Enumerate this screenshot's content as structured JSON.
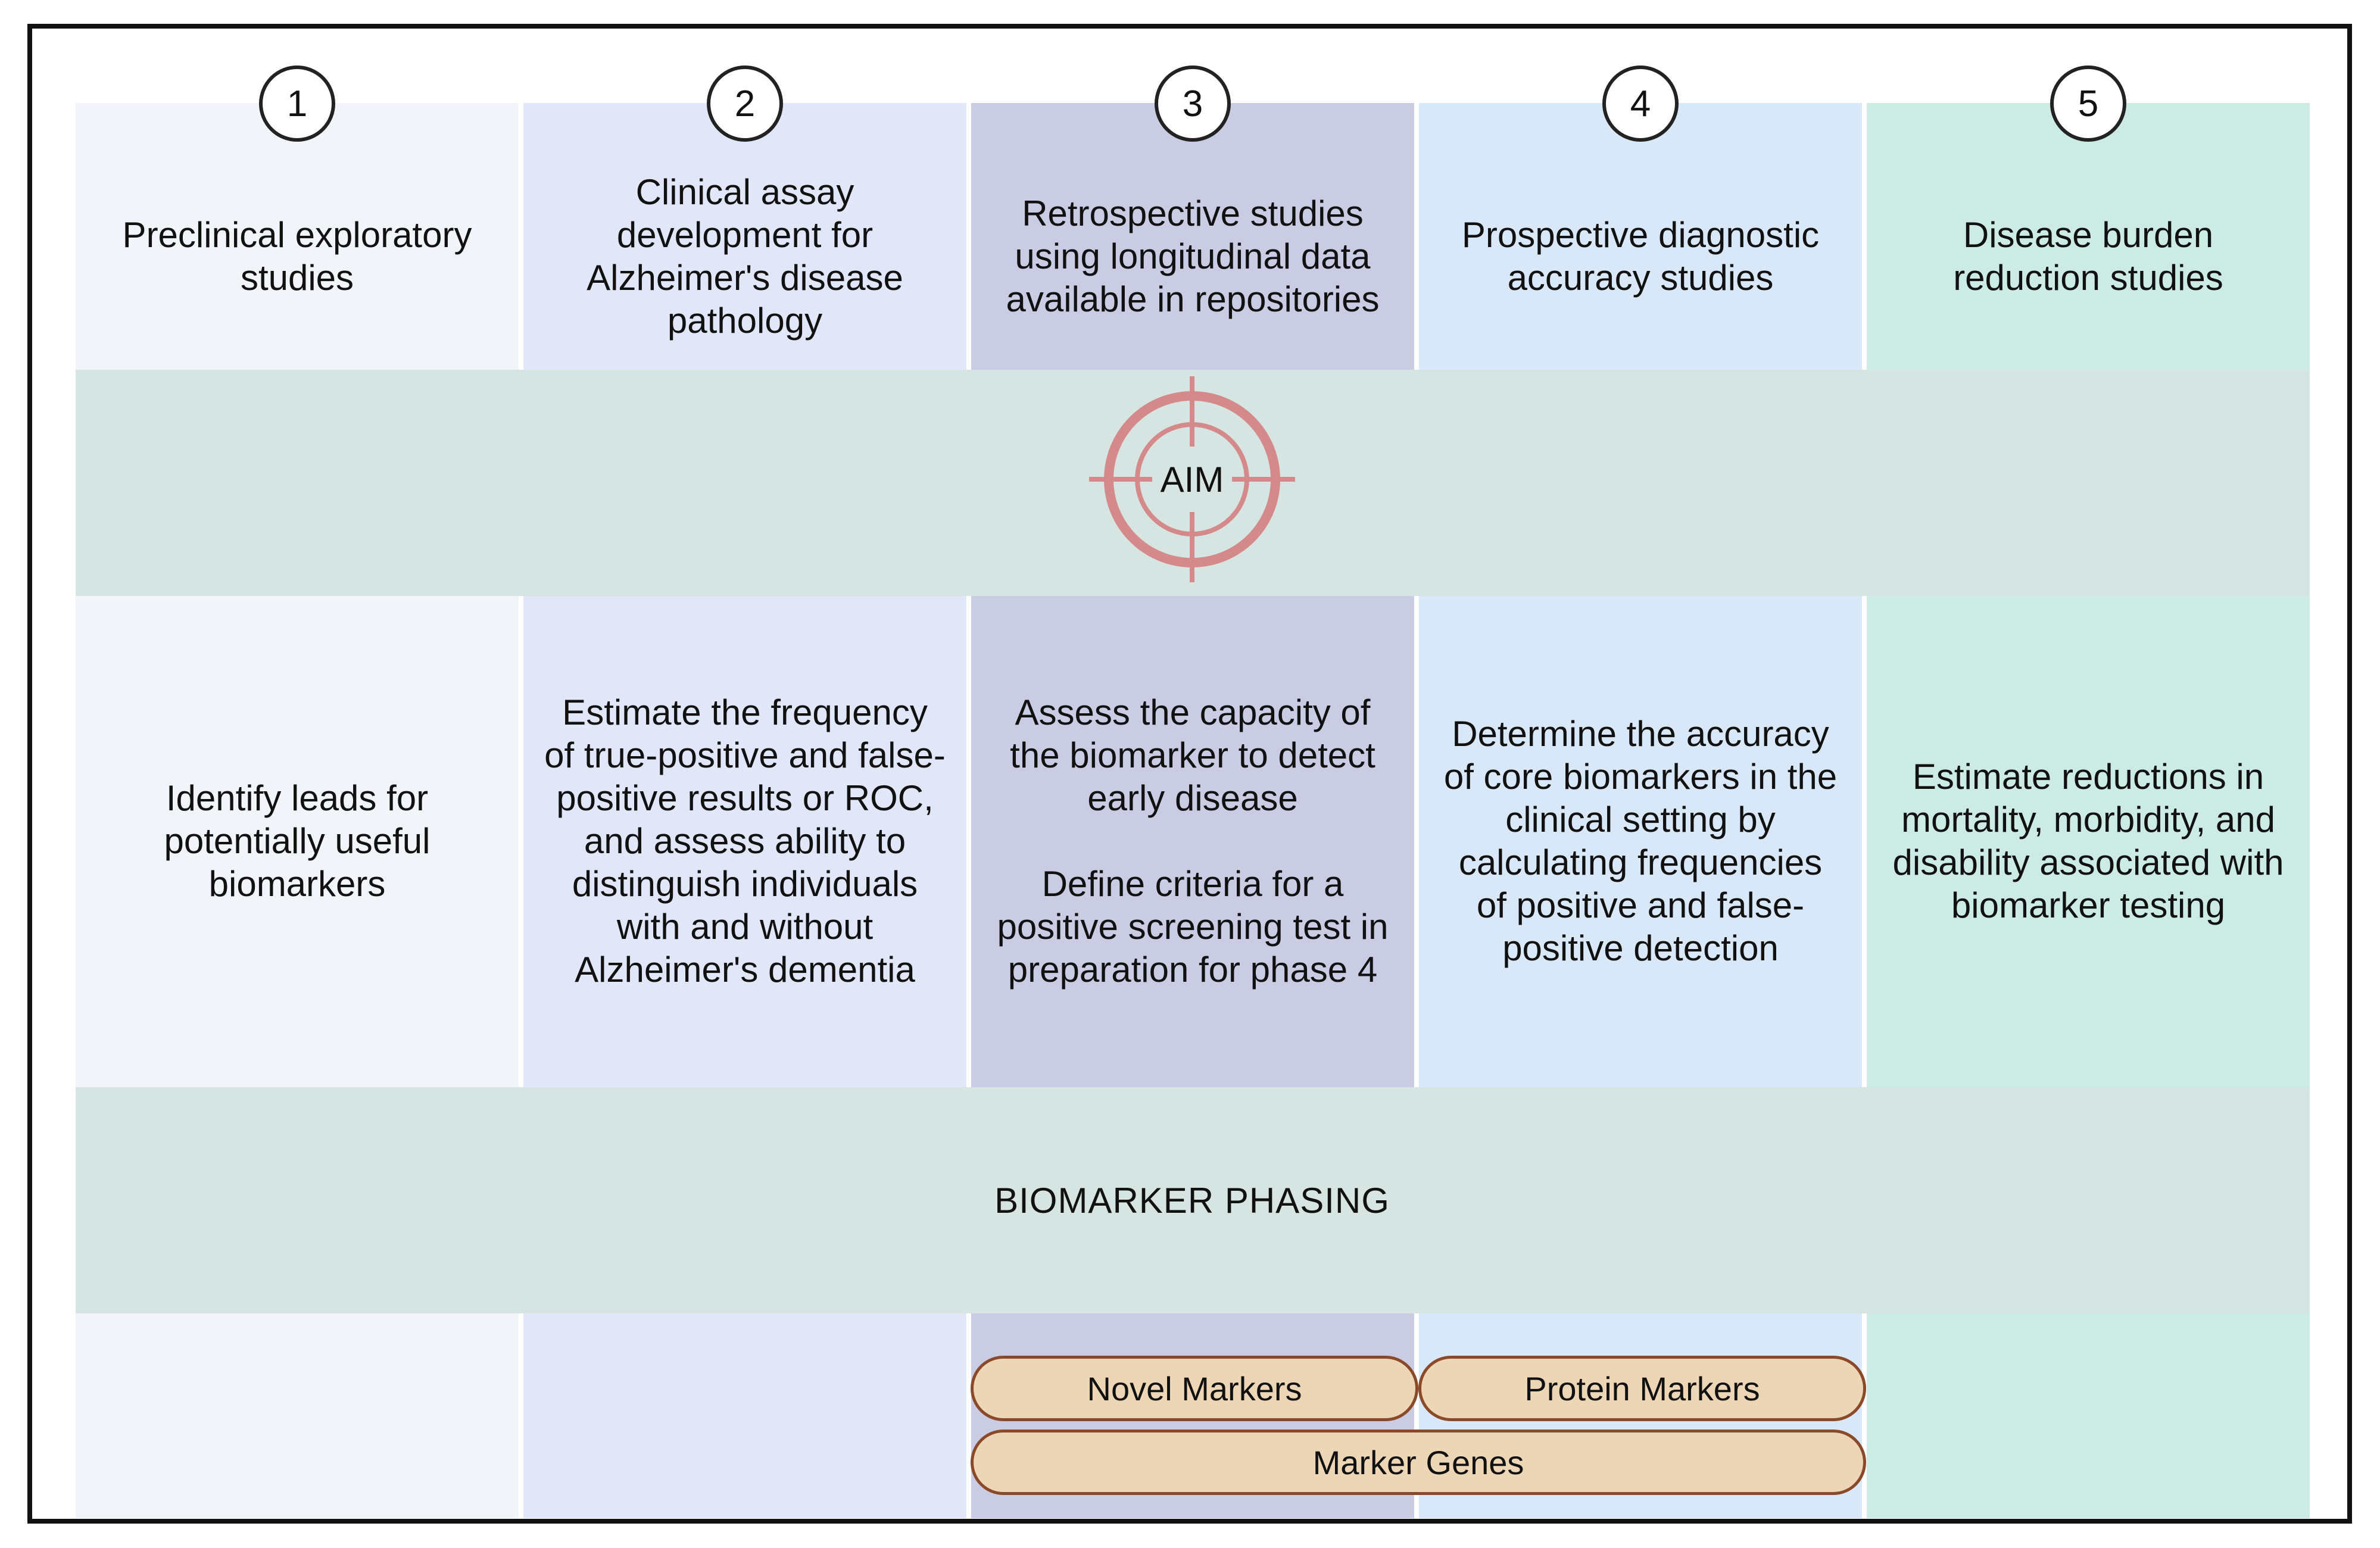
{
  "columns": [
    {
      "number": "1",
      "title": "Preclinical exploratory studies",
      "aim": "Identify leads for potentially useful biomarkers",
      "color": "#f1f4f9"
    },
    {
      "number": "2",
      "title": "Clinical assay development for Alzheimer's disease pathology",
      "aim": "Estimate the frequency of true-positive and false-positive results or ROC, and assess ability to distinguish individuals with and without Alzheimer's dementia",
      "color": "#e1e6f8"
    },
    {
      "number": "3",
      "title": "Retrospective studies using longitudinal data available in repositories",
      "aim": "Assess the capacity of the biomarker to detect early disease\n\nDefine criteria for a positive screening test in preparation for phase 4",
      "color": "#c9cce3"
    },
    {
      "number": "4",
      "title": "Prospective diagnostic accuracy studies",
      "aim": "Determine the accuracy of core biomarkers in the clinical setting by calculating frequencies of positive and false-positive detection",
      "color": "#d9e8f8"
    },
    {
      "number": "5",
      "title": "Disease burden reduction studies",
      "aim": "Estimate reductions in mortality, morbidity, and disability associated with biomarker testing",
      "color": "#cdebe5"
    }
  ],
  "aim_label": "AIM",
  "phasing_label": "BIOMARKER PHASING",
  "markers": {
    "novel": "Novel Markers",
    "protein": "Protein Markers",
    "genes": "Marker Genes"
  },
  "colors": {
    "band": "#d6e5e1",
    "target": "#d48a8a",
    "pill_fill": "#ecd6b5",
    "pill_border": "#8a4a2a"
  }
}
